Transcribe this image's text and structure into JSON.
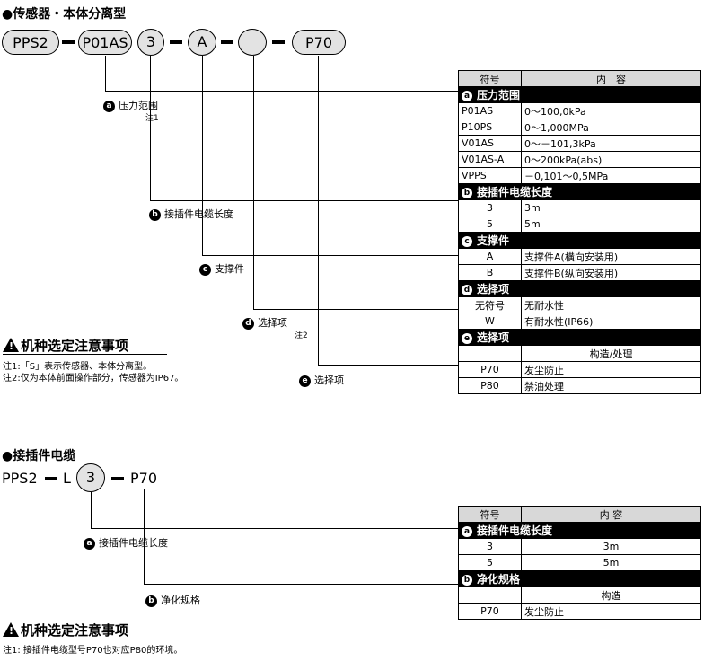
{
  "sec1": {
    "title": "●传感器・本体分离型",
    "model": [
      "PPS2",
      "P01AS",
      "3",
      "A",
      "",
      "P70"
    ],
    "labels": {
      "a": {
        "badge": "a",
        "text": "压力范围",
        "note": "注1"
      },
      "b": {
        "badge": "b",
        "text": "接插件电缆长度"
      },
      "c": {
        "badge": "c",
        "text": "支撑件"
      },
      "d": {
        "badge": "d",
        "text": "选择项",
        "note": "注2"
      },
      "e": {
        "badge": "e",
        "text": "选择项"
      }
    },
    "warning": {
      "icon": "!",
      "title": "机种选定注意事项",
      "notes": [
        "注1:「S」表示传感器、本体分离型。",
        "注2:仅为本体前面操作部分，传感器为IP67。"
      ]
    },
    "table": {
      "header": [
        "符号",
        "内　容"
      ],
      "a": {
        "badge": "a",
        "title": "压力范围",
        "rows": [
          [
            "P01AS",
            "0～100,0kPa"
          ],
          [
            "P10PS",
            "0～1,000MPa"
          ],
          [
            "V01AS",
            "0～－101,3kPa"
          ],
          [
            "V01AS-A",
            "0～200kPa(abs)"
          ],
          [
            "VPPS",
            "－0,101～0,5MPa"
          ]
        ]
      },
      "b": {
        "badge": "b",
        "title": "接插件电缆长度",
        "rows": [
          [
            "3",
            "3m"
          ],
          [
            "5",
            "5m"
          ]
        ]
      },
      "c": {
        "badge": "c",
        "title": "支撑件",
        "rows": [
          [
            "A",
            "支撑件A(横向安装用)"
          ],
          [
            "B",
            "支撑件B(纵向安装用)"
          ]
        ]
      },
      "d": {
        "badge": "d",
        "title": "选择项",
        "rows": [
          [
            "无符号",
            "无耐水性"
          ],
          [
            "W",
            "有耐水性(IP66)"
          ]
        ]
      },
      "e": {
        "badge": "e",
        "title": "选择项",
        "subheader": "构造/处理",
        "rows": [
          [
            "P70",
            "发尘防止"
          ],
          [
            "P80",
            "禁油处理"
          ]
        ]
      }
    }
  },
  "sec2": {
    "title": "●接插件电缆",
    "model": [
      "PPS2",
      "L",
      "3",
      "P70"
    ],
    "labels": {
      "a": {
        "badge": "a",
        "text": "接插件电缆长度"
      },
      "b": {
        "badge": "b",
        "text": "净化规格"
      }
    },
    "warning": {
      "icon": "!",
      "title": "机种选定注意事项",
      "notes": [
        "注1: 接插件电缆型号P70也对应P80的环境。"
      ]
    },
    "table": {
      "header": [
        "符号",
        "内 容"
      ],
      "a": {
        "badge": "a",
        "title": "接插件电缆长度",
        "rows": [
          [
            "3",
            "3m"
          ],
          [
            "5",
            "5m"
          ]
        ]
      },
      "b": {
        "badge": "b",
        "title": "净化规格",
        "subheader": "构造",
        "rows": [
          [
            "P70",
            "发尘防止"
          ]
        ]
      }
    }
  }
}
